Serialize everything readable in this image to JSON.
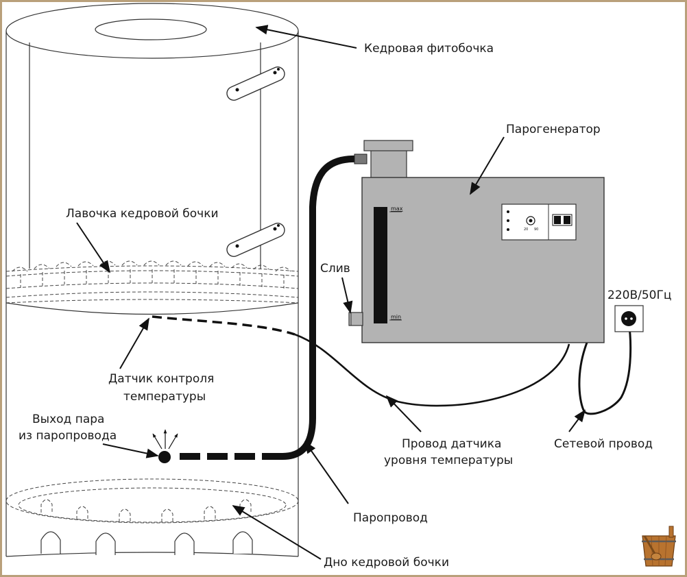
{
  "labels": {
    "barrel": "Кедровая фитобочка",
    "generator": "Парогенератор",
    "bench": "Лавочка кедровой бочки",
    "drain": "Слив",
    "power_spec": "220В/50Гц",
    "temp_sensor_1": "Датчик контроля",
    "temp_sensor_2": "температуры",
    "steam_exit_1": "Выход пара",
    "steam_exit_2": "из паропровода",
    "sensor_wire_1": "Провод датчика",
    "sensor_wire_2": "уровня температуры",
    "power_cord": "Сетевой провод",
    "steam_pipe": "Паропровод",
    "bottom": "Дно кедровой бочки"
  },
  "gauge": {
    "max": "max",
    "min": "min"
  },
  "thermostat": {
    "low": "20",
    "high": "90"
  },
  "colors": {
    "frame": "#b9a07a",
    "generator_body": "#b3b3b3",
    "outline": "#333333",
    "pipe": "#111111"
  },
  "icons": {
    "logo": "wooden-tub-icon"
  }
}
